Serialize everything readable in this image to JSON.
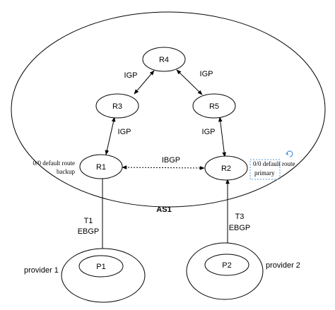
{
  "diagram": {
    "as_label": "AS1",
    "routers": {
      "r1": "R1",
      "r2": "R2",
      "r3": "R3",
      "r4": "R4",
      "r5": "R5"
    },
    "providers": {
      "p1": "P1",
      "p2": "P2",
      "provider1": "provider 1",
      "provider2": "provider 2"
    },
    "links": {
      "r3_r4": "IGP",
      "r4_r5": "IGP",
      "r1_r3": "IGP",
      "r2_r5": "IGP",
      "r1_r2": "IBGP",
      "t1": "T1",
      "t1_type": "EBGP",
      "t3": "T3",
      "t3_type": "EBGP"
    },
    "annotations": {
      "r1_route_line1": "0/0 default route",
      "r1_route_line2": "backup",
      "r2_route_line1": "0/0 default route",
      "r2_route_line2": "primary"
    },
    "colors": {
      "stroke": "#000000",
      "selection": "#5b9bd5"
    }
  }
}
